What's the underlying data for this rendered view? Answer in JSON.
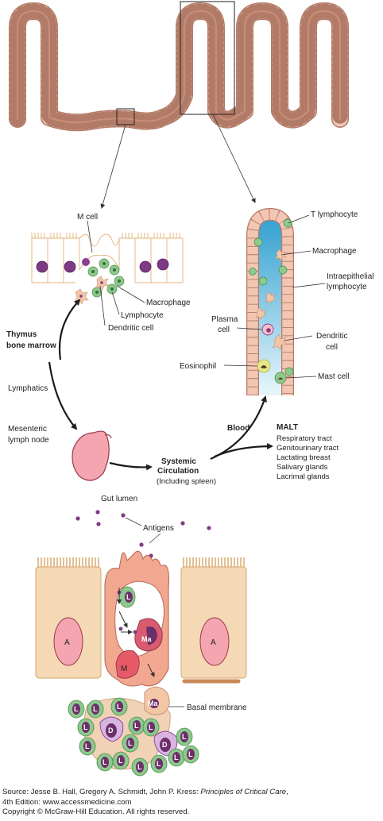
{
  "labels": {
    "m_cell": "M cell",
    "macrophage_top": "Macrophage",
    "lymphocyte": "Lymphocyte",
    "dendritic_cell": "Dendritic cell",
    "thymus_line1": "Thymus",
    "thymus_line2": "bone marrow",
    "lymphatics": "Lymphatics",
    "mesenteric_line1": "Mesenteric",
    "mesenteric_line2": "lymph node",
    "systemic_line1": "Systemic",
    "systemic_line2": "Circulation",
    "systemic_line3": "(Including spleen)",
    "blood": "Blood",
    "t_lymphocyte": "T lymphocyte",
    "macrophage_villus": "Macrophage",
    "intraepithelial_line1": "Intraepithelial",
    "intraepithelial_line2": "lymphocyte",
    "plasma_line1": "Plasma",
    "plasma_line2": "cell",
    "dendritic_line1": "Dendritic",
    "dendritic_line2": "cell",
    "eosinophil": "Eosinophil",
    "mast_cell": "Mast cell",
    "malt_title": "MALT",
    "malt_items": [
      "Respiratory tract",
      "Genitourinary tract",
      "Lactating breast",
      "Salivary glands",
      "Lacrimal glands"
    ],
    "gut_lumen": "Gut lumen",
    "antigens": "Antigens",
    "basal_membrane": "Basal membrane"
  },
  "cell_letters": {
    "A": "A",
    "L": "L",
    "Ma": "Ma",
    "M": "M",
    "D": "D"
  },
  "source": {
    "prefix": "Source: Jesse B. Hall, Gregory A. Schmidt, John P. Kress: ",
    "title": "Principles of Critical Care",
    "suffix": ",",
    "line2": "4th Edition: www.accessmedicine.com",
    "line3": "Copyright © McGraw-Hill Education. All rights reserved."
  },
  "colors": {
    "epithelium": "#f3c6b3",
    "epithelium_dark": "#c98e78",
    "lamina": "#d9eef6",
    "lymphocyte": "#8cc98c",
    "nucleus": "#6d2f6a",
    "antigen": "#7d3b85",
    "lymph_node": "#f4a5b0",
    "dendritic": "#f3c7a6"
  }
}
